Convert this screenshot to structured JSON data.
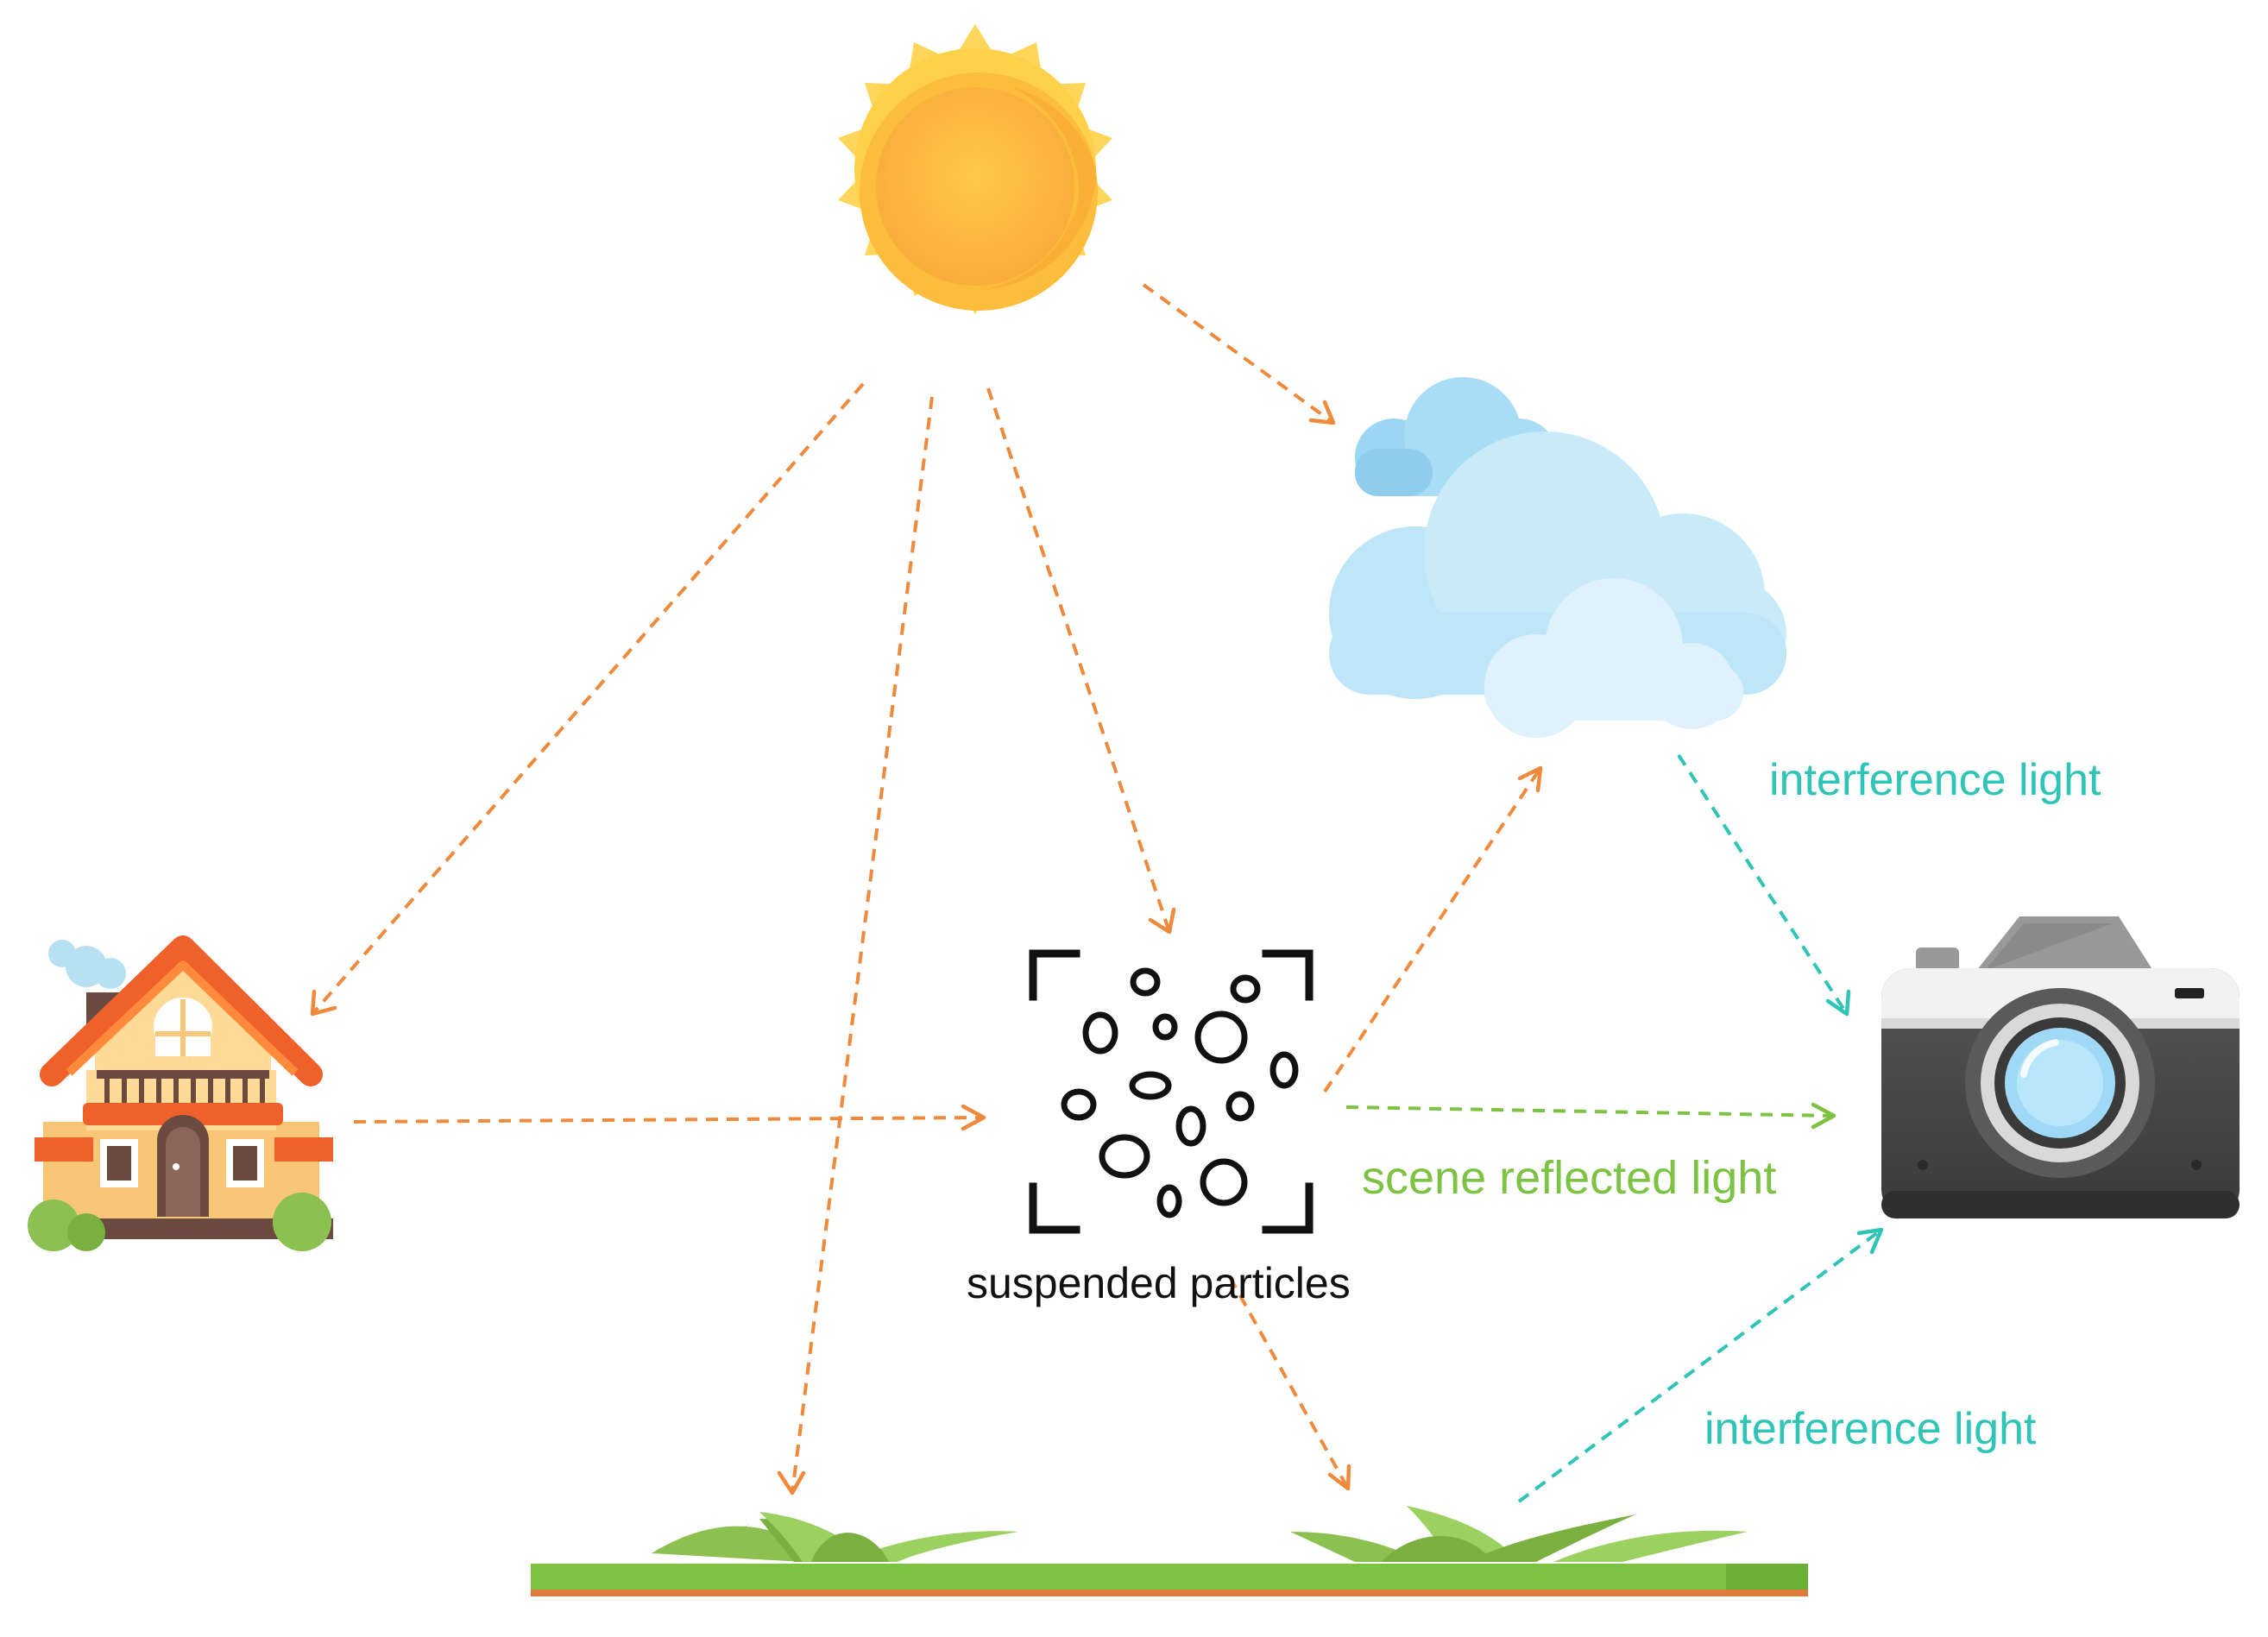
{
  "labels": {
    "interference_top": "interference light",
    "scene_reflected": "scene reflected light",
    "interference_bottom": "interference light",
    "particles": "suspended particles"
  },
  "colors": {
    "incident_arrow": "#ef8a3c",
    "scene_arrow": "#7cc243",
    "interference_arrow": "#2ec4b6",
    "sun_rays": "#ffd65a",
    "sun_disc": "#fbbd3b",
    "cloud": "#a9ddf5",
    "grass": "#7cc243",
    "camera_body": "#4a4a4a"
  },
  "icons": {
    "sun": "sun-icon",
    "cloud": "cloud-icon",
    "house": "house-icon",
    "particles": "particles-icon",
    "camera": "camera-icon",
    "grass": "grass-icon"
  }
}
